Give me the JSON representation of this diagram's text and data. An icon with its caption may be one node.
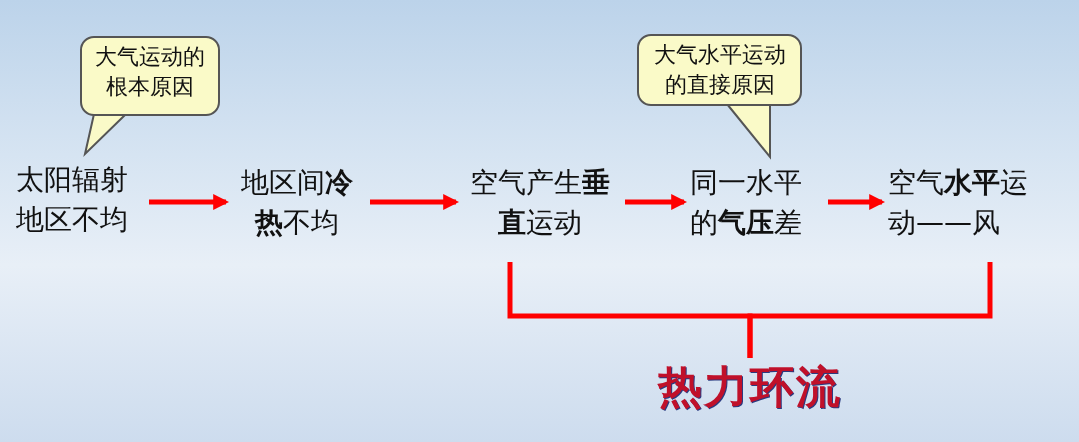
{
  "diagram": {
    "nodes": [
      {
        "text": [
          "大气运动的根本原因"
        ]
      },
      {
        "text": [
          "太阳辐射地区不均"
        ]
      },
      {
        "text": [
          "地区间**冷热**不均"
        ]
      },
      {
        "text": [
          "空气产生**垂直**运动"
        ]
      },
      {
        "text": [
          "大气水平运动的直接原因"
        ]
      },
      {
        "text": [
          "同一水平的**气压**差"
        ]
      },
      {
        "text": [
          "空气**水平**运动——风"
        ]
      },
      {
        "text": [
          "热力环流"
        ]
      }
    ],
    "edges": [
      {
        "from": 0,
        "to": 1,
        "arrow": "to",
        "color": "#555555"
      },
      {
        "from": 1,
        "to": 2,
        "arrow": "to"
      },
      {
        "from": 2,
        "to": 3,
        "arrow": "to"
      },
      {
        "from": 3,
        "to": 5,
        "arrow": "to"
      },
      {
        "from": 4,
        "to": 5,
        "arrow": "to",
        "color": "#555555"
      },
      {
        "from": 5,
        "to": 6,
        "arrow": "to"
      },
      {
        "from": 3,
        "to": 7,
        "arrow": "none"
      },
      {
        "from": 6,
        "to": 7,
        "arrow": "none"
      }
    ]
  }
}
